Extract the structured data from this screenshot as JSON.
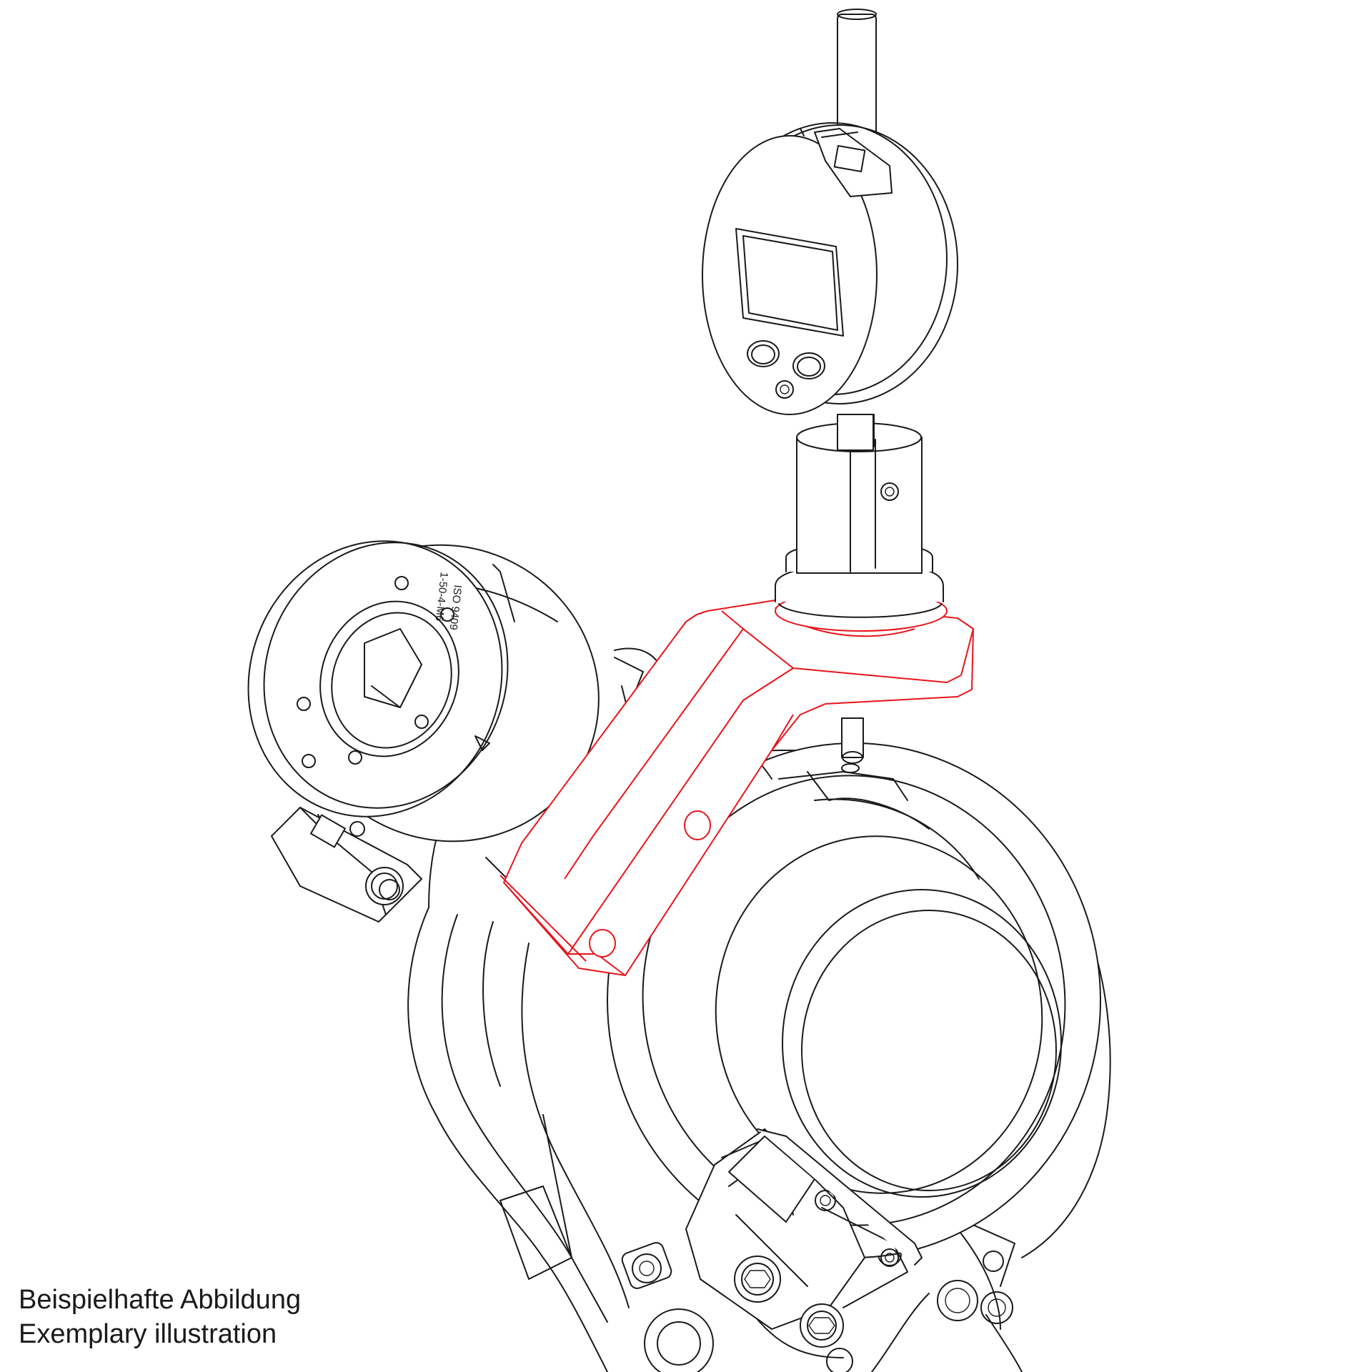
{
  "caption": {
    "line_de": "Beispielhafte Abbildung",
    "line_en": "Exemplary illustration"
  },
  "engraving": {
    "line1": "ISO 9409",
    "line2": "1-50-4-M6"
  },
  "colors": {
    "outline": "#1a1a1a",
    "highlight": "#e8141a",
    "background": "#ffffff"
  }
}
